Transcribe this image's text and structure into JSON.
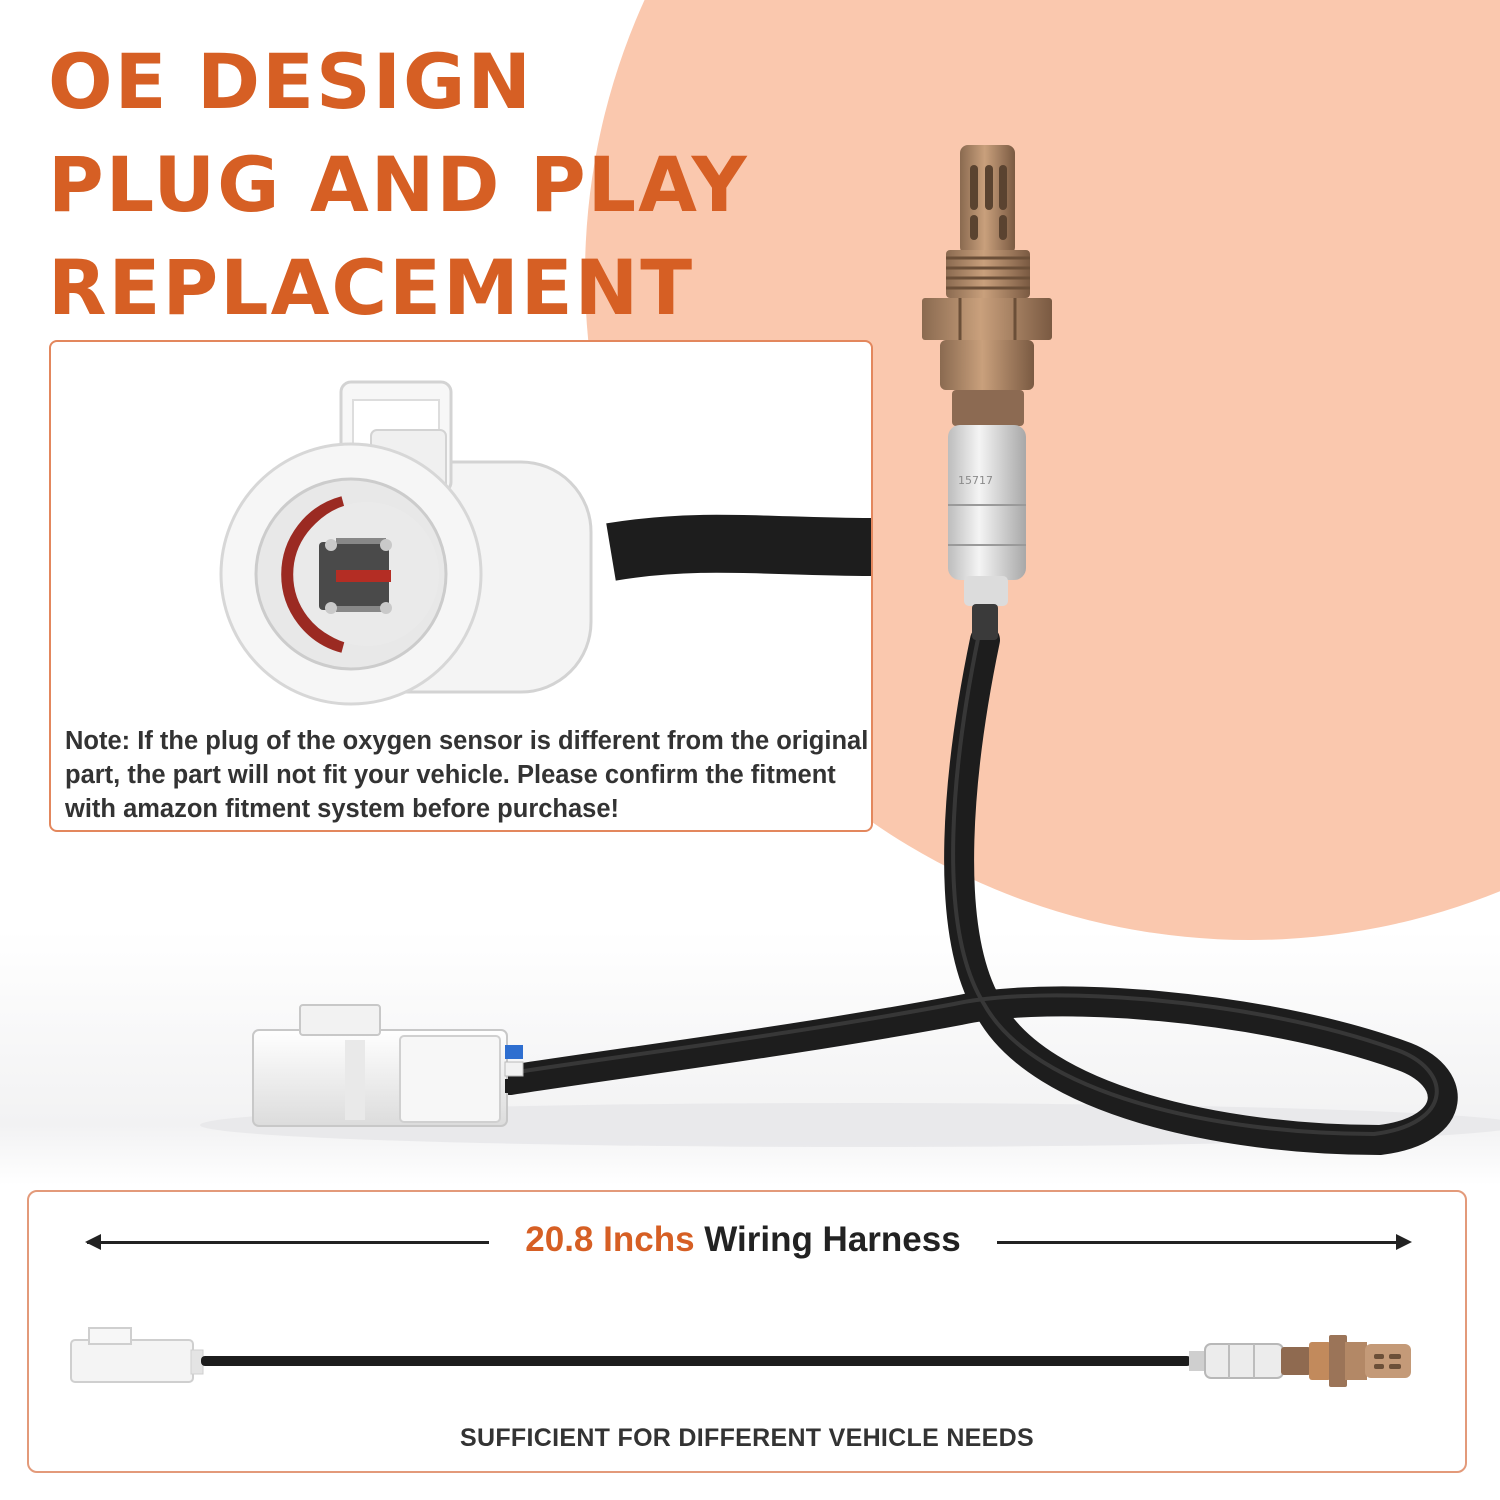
{
  "headline": {
    "line1": "OE DESIGN",
    "line2": "PLUG AND PLAY",
    "line3": "REPLACEMENT"
  },
  "note": {
    "text": "Note: If the plug of the oxygen sensor is different from the original part, the part will not fit your vehicle. Please confirm the fitment with amazon fitment system before purchase!"
  },
  "sensor": {
    "part_number": "15717"
  },
  "harness": {
    "length": "20.8 Inchs",
    "label": "Wiring Harness",
    "tagline": "SUFFICIENT FOR DIFFERENT VEHICLE NEEDS"
  },
  "colors": {
    "accent": "#d65f24",
    "peach_background": "#fac8ae",
    "border": "#e3875d",
    "text": "#333333"
  },
  "icons": {
    "connector_closeup": "four-pin-connector-image",
    "sensor": "oxygen-sensor-image",
    "arrow_left": "arrow-left-icon",
    "arrow_right": "arrow-right-icon"
  }
}
